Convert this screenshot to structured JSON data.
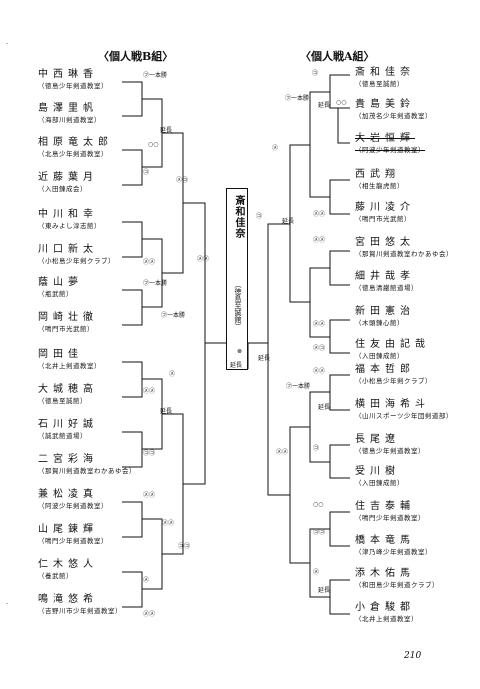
{
  "header": {
    "group_b_title": "〈個人戦B組〉",
    "group_a_title": "〈個人戦A組〉"
  },
  "champion": {
    "name": "斎和佳奈",
    "club": "（徳島至誠館）"
  },
  "group_b": [
    {
      "name": "中西琳香",
      "club": "（徳島少年剣道教室）"
    },
    {
      "name": "島澤里帆",
      "club": "（海部川剣道教室）"
    },
    {
      "name": "相原竜太郎",
      "club": "（北島少年剣道教室）"
    },
    {
      "name": "近藤葉月",
      "club": "（入田錬成会）"
    },
    {
      "name": "中川和幸",
      "club": "（東みよし淳志館）"
    },
    {
      "name": "川口新太",
      "club": "（小松島少年剣クラブ）"
    },
    {
      "name": "蔭山夢",
      "club": "（瓶武館）"
    },
    {
      "name": "岡崎壮徹",
      "club": "（鳴門市光武館）"
    },
    {
      "name": "岡田佳",
      "club": "（北井上剣道教室）"
    },
    {
      "name": "大城穂高",
      "club": "（徳島至誠館）"
    },
    {
      "name": "石川好誠",
      "club": "（誠武館道場）"
    },
    {
      "name": "二宮彩海",
      "club": "（那賀川剣道教室わかあゆ会）"
    },
    {
      "name": "兼松凌真",
      "club": "（阿波少年剣道教室）"
    },
    {
      "name": "山尾鍊輝",
      "club": "（鳴門少年剣道教室）"
    },
    {
      "name": "仁木悠人",
      "club": "（養武館）"
    },
    {
      "name": "鳴滝悠希",
      "club": "（吉野川市少年剣道教室）"
    }
  ],
  "group_a": [
    {
      "name": "斎和佳奈",
      "club": "（徳島至誠館）"
    },
    {
      "name": "貴島美鈴",
      "club": "（加茂名少年剣道教室）"
    },
    {
      "name": "大岩恒輝",
      "club": "（阿波少年剣道教室）"
    },
    {
      "name": "西武翔",
      "club": "（相生龍虎館）"
    },
    {
      "name": "藤川凌介",
      "club": "（鳴門市光武館）"
    },
    {
      "name": "宮田悠太",
      "club": "（那賀川剣道教室わかあゆ会）"
    },
    {
      "name": "細井哉孝",
      "club": "（徳島清巌館道場）"
    },
    {
      "name": "新田憲治",
      "club": "（木頭錬心館）"
    },
    {
      "name": "住友由記哉",
      "club": "（入田錬成館）"
    },
    {
      "name": "福本哲郎",
      "club": "（小松島少年剣クラブ）"
    },
    {
      "name": "横田海希斗",
      "club": "（山川スポーツ少年団剣道部）"
    },
    {
      "name": "長尾遼",
      "club": "（徳島少年剣道教室）"
    },
    {
      "name": "受川樹",
      "club": "（入田錬成館）"
    },
    {
      "name": "住吉泰輔",
      "club": "（鳴門少年剣道教室）"
    },
    {
      "name": "橋本竜馬",
      "club": "（津乃峰少年剣道教室）"
    },
    {
      "name": "添木佑馬",
      "club": "（和田島少年剣道クラブ）"
    },
    {
      "name": "小倉駿都",
      "club": "（北井上剣道教室）"
    }
  ],
  "marks": {
    "fusen": "㋫一本勝",
    "ippon": "㋫一本勝",
    "encho": "延長",
    "m_circle2": "○○",
    "m_kote": "㋙",
    "m_do": "㋣",
    "m_men": "㋱",
    "m_mm": "㋱㋱",
    "m_kk": "㋙㋙",
    "m_mk": "㋱㋙",
    "m_hansoku": "㊀",
    "m_cross": "⊗"
  },
  "page_number": "210"
}
